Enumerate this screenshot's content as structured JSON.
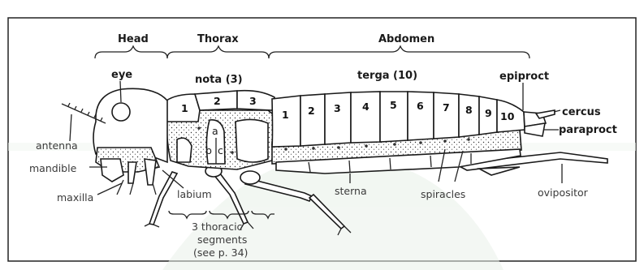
{
  "regions": {
    "head": "Head",
    "thorax": "Thorax",
    "abdomen": "Abdomen"
  },
  "labels": {
    "eye": "eye",
    "nota": "nota (3)",
    "terga": "terga (10)",
    "epiproct": "epiproct",
    "cercus": "cercus",
    "paraproct": "paraproct",
    "antenna": "antenna",
    "mandible": "mandible",
    "maxilla": "maxilla",
    "labium": "labium",
    "sterna": "sterna",
    "spiracles": "spiracles",
    "ovipositor": "ovipositor",
    "thoracic_line1": "3 thoracic",
    "thoracic_line2": "segments",
    "thoracic_line3": "(see p. 34)"
  },
  "nota_numbers": [
    "1",
    "2",
    "3"
  ],
  "terga_numbers": [
    "1",
    "2",
    "3",
    "4",
    "5",
    "6",
    "7",
    "8",
    "9",
    "10"
  ],
  "pleuron_letters": [
    "a",
    "b",
    "c"
  ],
  "colors": {
    "outline": "#1a1a1a",
    "background": "#ffffff",
    "watermark": "#e6efe6"
  }
}
